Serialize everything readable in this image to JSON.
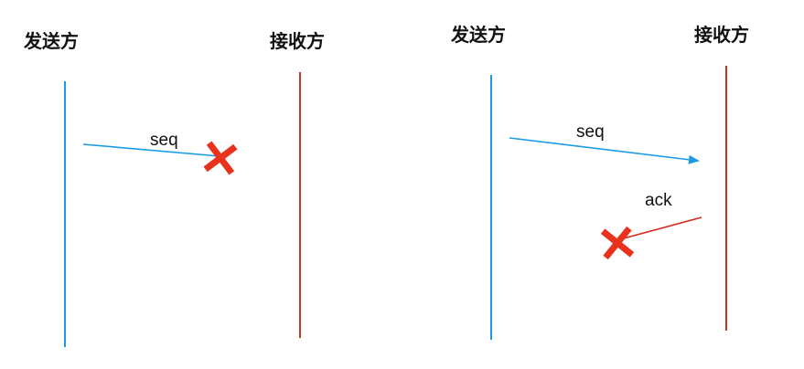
{
  "colors": {
    "sender_line": "#1a9be6",
    "receiver_line": "#c8371a",
    "arrow_seq": "#1a9be6",
    "arrow_ack": "#d9281c",
    "cross": "#e8321e",
    "text": "#111111"
  },
  "icons": {
    "lost_marker": "cross-mark-icon"
  },
  "scenarios": [
    {
      "sender_label": "发送方",
      "receiver_label": "接收方",
      "messages": [
        {
          "label": "seq",
          "direction": "sender-to-receiver",
          "lost": true
        }
      ]
    },
    {
      "sender_label": "发送方",
      "receiver_label": "接收方",
      "messages": [
        {
          "label": "seq",
          "direction": "sender-to-receiver",
          "lost": false
        },
        {
          "label": "ack",
          "direction": "receiver-to-sender",
          "lost": true
        }
      ]
    }
  ]
}
